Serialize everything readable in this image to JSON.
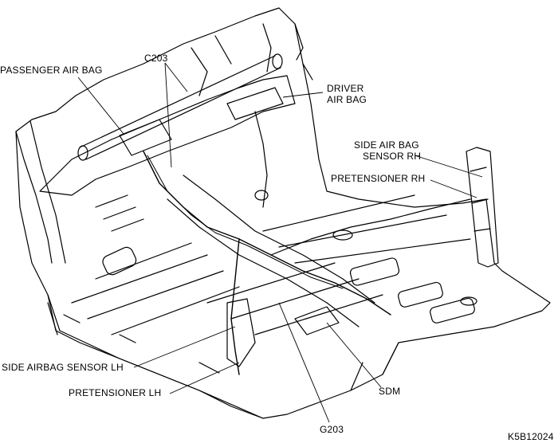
{
  "labels": {
    "passenger_air_bag": "PASSENGER AIR BAG",
    "c203": "C203",
    "driver_air_bag_1": "DRIVER",
    "driver_air_bag_2": "AIR BAG",
    "side_air_bag_sensor_rh_1": "SIDE AIR BAG",
    "side_air_bag_sensor_rh_2": "SENSOR RH",
    "pretensioner_rh": "PRETENSIONER RH",
    "side_airbag_sensor_lh": "SIDE AIRBAG SENSOR LH",
    "pretensioner_lh": "PRETENSIONER LH",
    "sdm": "SDM",
    "g203": "G203"
  },
  "figure_id": "K5B12024",
  "colors": {
    "line": "#000000",
    "background": "#ffffff"
  }
}
